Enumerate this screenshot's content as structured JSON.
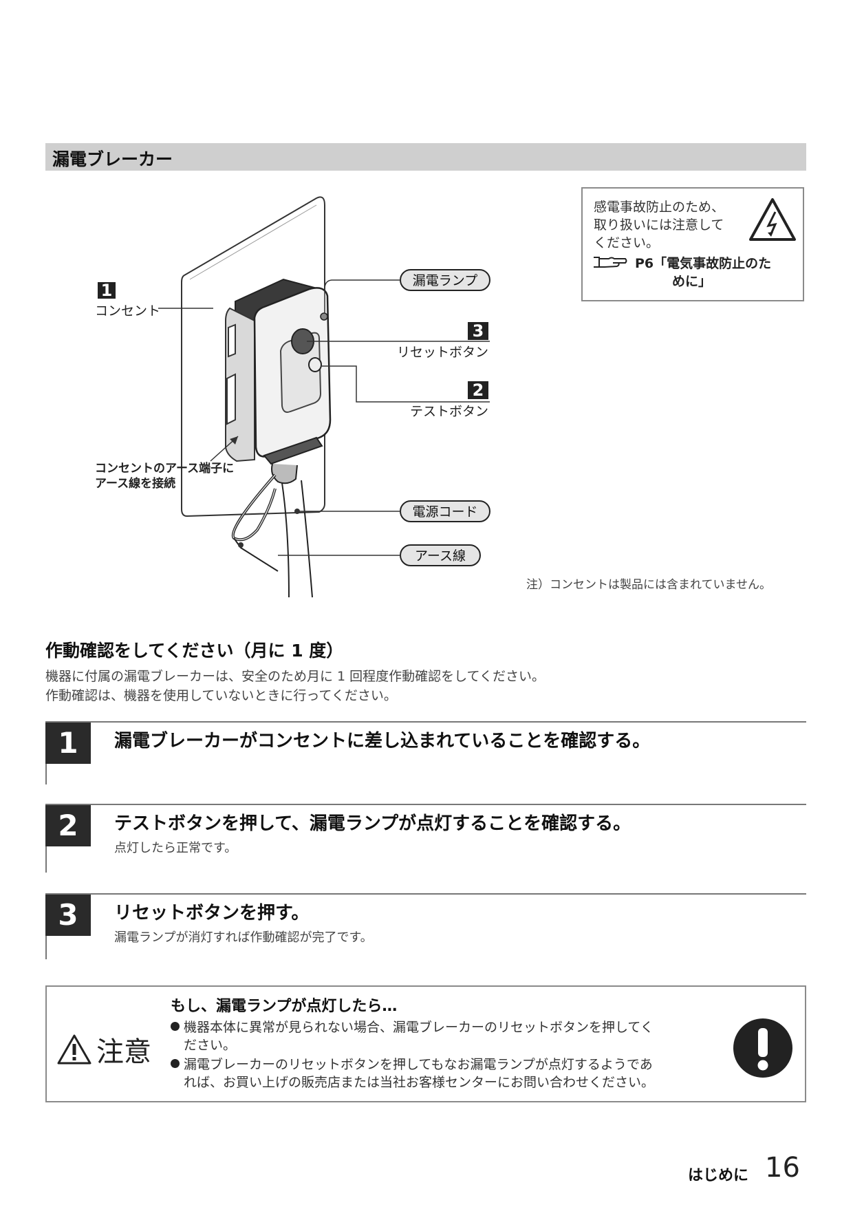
{
  "section": {
    "title": "漏電ブレーカー"
  },
  "warning": {
    "lines": [
      "感電事故防止のため、",
      "取り扱いには注意して",
      "ください。"
    ],
    "ref_page": "P6「電気事故防止のた",
    "ref_cont": "めに」"
  },
  "diagram": {
    "callouts": {
      "n1": "1",
      "outlet": "コンセント",
      "lamp": "漏電ランプ",
      "n3": "3",
      "reset": "リセットボタン",
      "n2": "2",
      "test": "テストボタン",
      "earth_note_1": "コンセントのアース端子に",
      "earth_note_2": "アース線を接続",
      "power_cord": "電源コード",
      "earth_wire": "アース線"
    }
  },
  "note": "注）コンセントは製品には含まれていません。",
  "check": {
    "heading": "作動確認をしてください（月に 1 度）",
    "para1": "機器に付属の漏電ブレーカーは、安全のため月に 1 回程度作動確認をしてください。",
    "para2": "作動確認は、機器を使用していないときに行ってください。"
  },
  "steps": [
    {
      "num": "1",
      "title": "漏電ブレーカーがコンセントに差し込まれていることを確認する。",
      "sub": ""
    },
    {
      "num": "2",
      "title": "テストボタンを押して、漏電ランプが点灯することを確認する。",
      "sub": "点灯したら正常です。"
    },
    {
      "num": "3",
      "title": "リセットボタンを押す。",
      "sub": "漏電ランプが消灯すれば作動確認が完了です。"
    }
  ],
  "caution": {
    "label": "注意",
    "title": "もし、漏電ランプが点灯したら…",
    "bullet1_a": "機器本体に異常が見られない場合、漏電ブレーカーのリセットボタンを押してく",
    "bullet1_b": "ださい。",
    "bullet2_a": "漏電ブレーカーのリセットボタンを押してもなお漏電ランプが点灯するようであ",
    "bullet2_b": "れば、お買い上げの販売店または当社お客様センターにお問い合わせください。"
  },
  "footer": {
    "label": "はじめに",
    "page": "16"
  }
}
